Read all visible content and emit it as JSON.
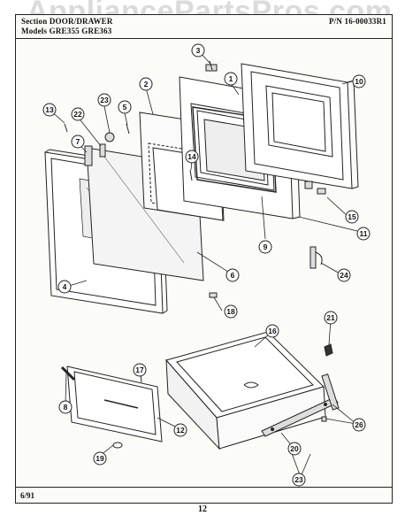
{
  "watermark": "AppliancePartsPros.com",
  "header": {
    "section_label": "Section",
    "section_name": "DOOR/DRAWER",
    "models_label": "Models",
    "models": "GRE355 GRE363",
    "part_no": "P/N 16-00033R1"
  },
  "footer": {
    "date": "6/91",
    "page": "12"
  },
  "callouts": [
    "1",
    "2",
    "3",
    "4",
    "5",
    "6",
    "7",
    "8",
    "9",
    "10",
    "11",
    "12",
    "13",
    "14",
    "15",
    "16",
    "17",
    "18",
    "19",
    "20",
    "21",
    "22",
    "23",
    "23",
    "24",
    "26"
  ],
  "colors": {
    "ink": "#222222",
    "paper": "#fbfbf8",
    "watermark": "#bebebe"
  }
}
